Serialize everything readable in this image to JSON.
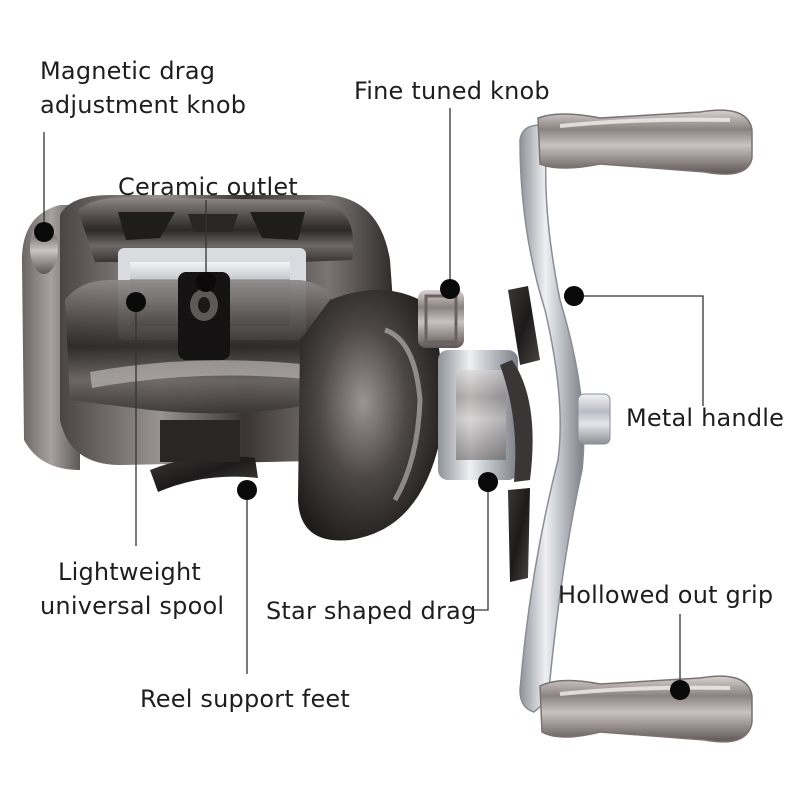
{
  "callouts": {
    "magnetic_drag": {
      "line1": "Magnetic drag",
      "line2": "adjustment knob"
    },
    "ceramic_outlet": {
      "text": "Ceramic outlet"
    },
    "fine_tuned_knob": {
      "text": "Fine tuned knob"
    },
    "metal_handle": {
      "text": "Metal handle"
    },
    "lightweight_spool": {
      "line1": "Lightweight",
      "line2": "universal spool"
    },
    "star_drag": {
      "text": "Star shaped drag"
    },
    "hollowed_grip": {
      "text": "Hollowed out grip"
    },
    "support_feet": {
      "text": "Reel support feet"
    }
  },
  "colors": {
    "text": "#1e1e1e",
    "leader_line": "#333333",
    "marker_dot": "#0a0a0a",
    "body_chrome": "#5a5454",
    "silver": "#c9ccd2",
    "background": "#ffffff"
  }
}
